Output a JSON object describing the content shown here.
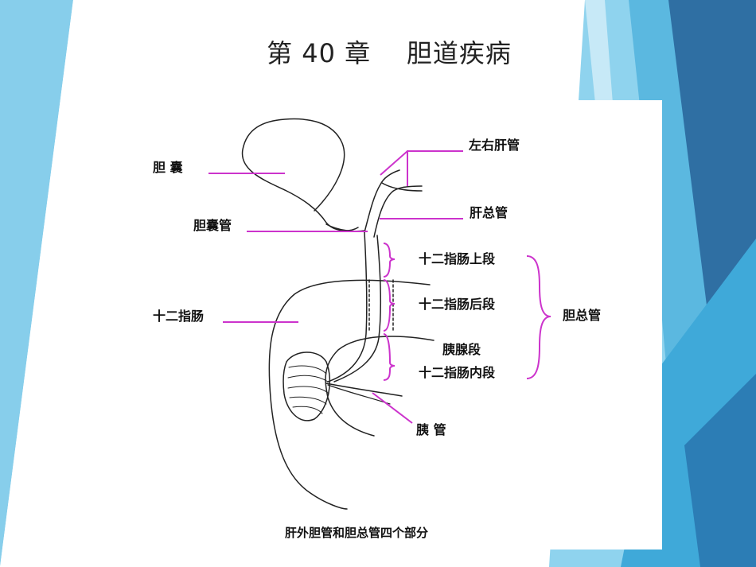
{
  "slide": {
    "title": "第 40 章    胆道疾病",
    "colors": {
      "light_blue": "#87CEEB",
      "mid_blue": "#5BB8E0",
      "dark_blue": "#2F6FA3",
      "accent_blue": "#3FA9D9",
      "line_magenta": "#CC33CC"
    }
  },
  "diagram": {
    "labels": {
      "gallbladder": "胆 囊",
      "cystic_duct": "胆囊管",
      "duodenum": "十二指肠",
      "hepatic_ducts": "左右肝管",
      "common_hepatic_duct": "肝总管",
      "supraduodenal": "十二指肠上段",
      "retroduodenal": "十二指肠后段",
      "pancreatic_segment": "胰腺段",
      "intraduodenal": "十二指肠内段",
      "common_bile_duct": "胆总管",
      "pancreatic_duct": "胰 管"
    },
    "caption": "肝外胆管和胆总管四个部分"
  }
}
